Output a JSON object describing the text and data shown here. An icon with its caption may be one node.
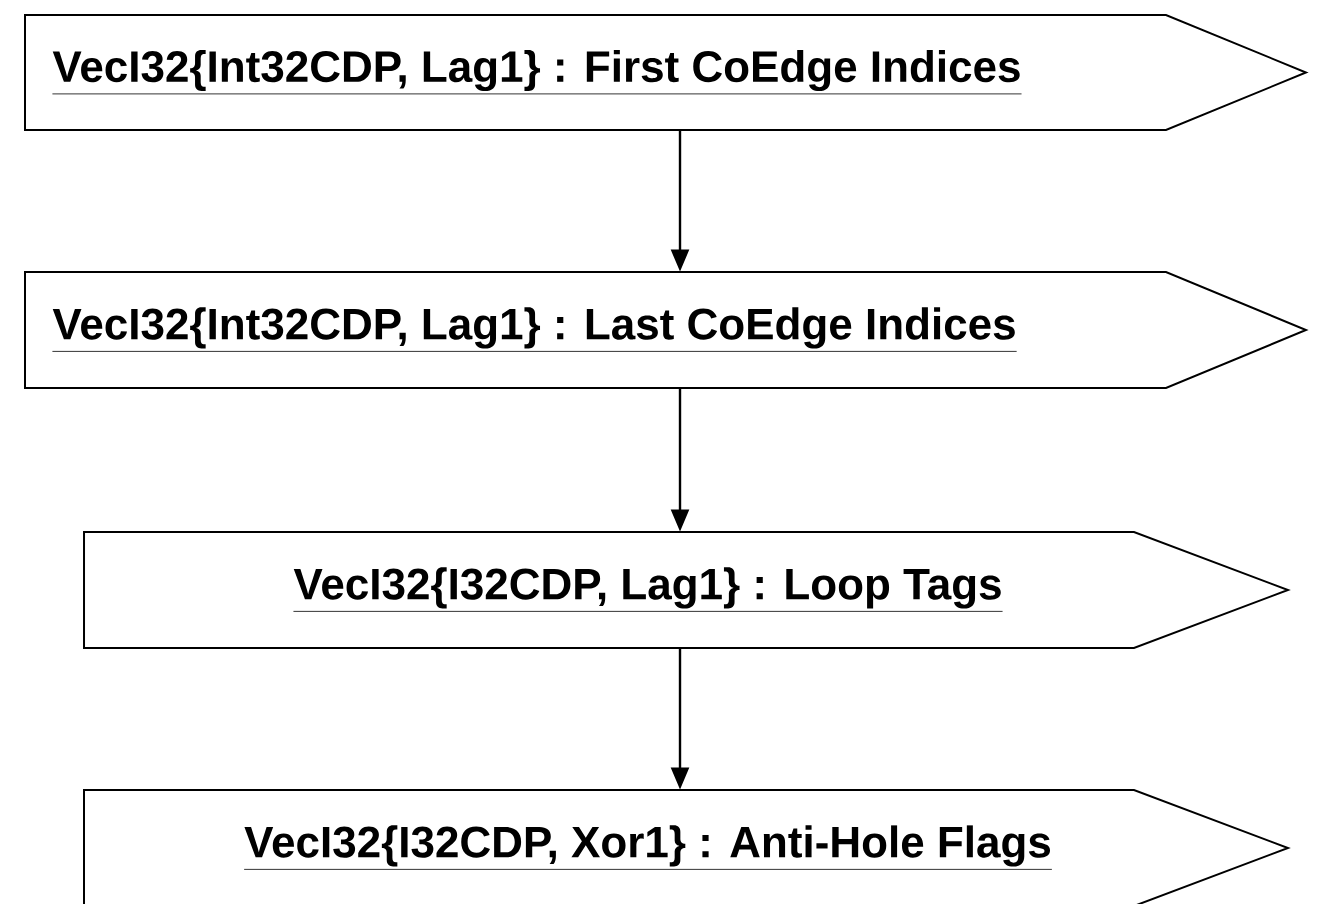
{
  "diagram": {
    "nodes": [
      {
        "text": [
          "VecI32{Int32CDP, Lag1} : First CoEdge Indices"
        ]
      },
      {
        "text": [
          "VecI32{Int32CDP, Lag1} : Last CoEdge Indices"
        ]
      },
      {
        "text": [
          "VecI32{I32CDP, Lag1} : Loop Tags"
        ]
      },
      {
        "text": [
          "VecI32{I32CDP, Xor1} : Anti-Hole Flags"
        ]
      }
    ],
    "edges": [
      {
        "from": 0,
        "to": 1,
        "arrow": "to"
      },
      {
        "from": 1,
        "to": 2,
        "arrow": "to"
      },
      {
        "from": 2,
        "to": 3,
        "arrow": "to"
      }
    ]
  }
}
